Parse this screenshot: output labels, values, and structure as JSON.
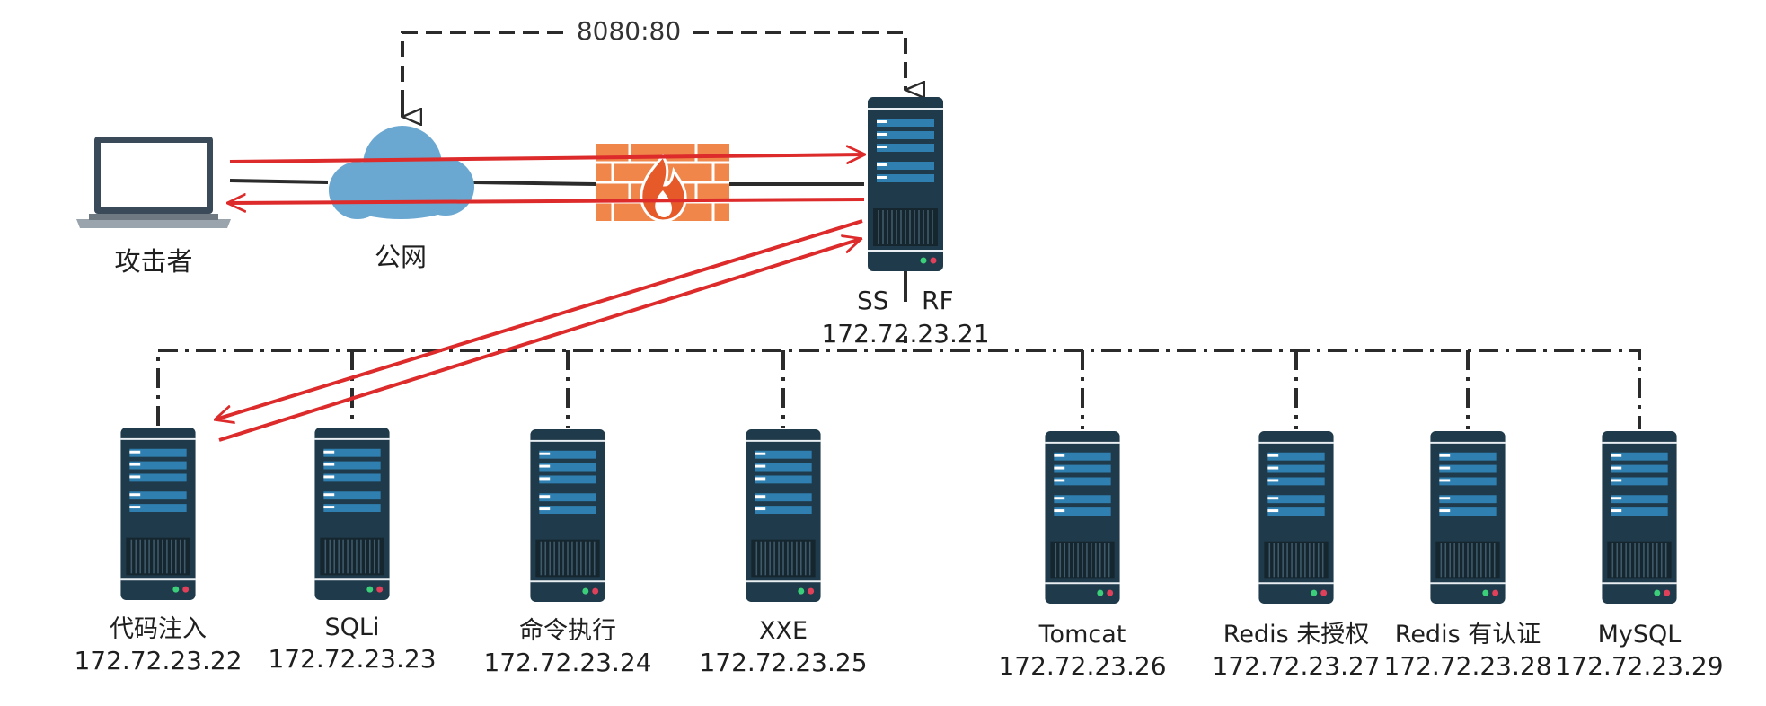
{
  "diagram": {
    "port_mapping": "8080:80",
    "attacker": {
      "label": "攻击者"
    },
    "internet": {
      "label": "公网"
    },
    "proxy": {
      "label_left": "SS",
      "label_right": "RF",
      "ip": "172.72.23.21"
    },
    "targets": [
      {
        "name": "代码注入",
        "ip": "172.72.23.22"
      },
      {
        "name": "SQLi",
        "ip": "172.72.23.23"
      },
      {
        "name": "命令执行",
        "ip": "172.72.23.24"
      },
      {
        "name": "XXE",
        "ip": "172.72.23.25"
      },
      {
        "name": "Tomcat",
        "ip": "172.72.23.26"
      },
      {
        "name": "Redis 未授权",
        "ip": "172.72.23.27"
      },
      {
        "name": "Redis 有认证",
        "ip": "172.72.23.28"
      },
      {
        "name": "MySQL",
        "ip": "172.72.23.29"
      }
    ],
    "colors": {
      "attack_arrow": "#dd2a2a",
      "link": "#2b2b2b",
      "server_body": "#1f3a4a",
      "server_panel": "#2f7fb0",
      "cloud": "#6aa8d2",
      "firewall": "#f0864a"
    }
  }
}
